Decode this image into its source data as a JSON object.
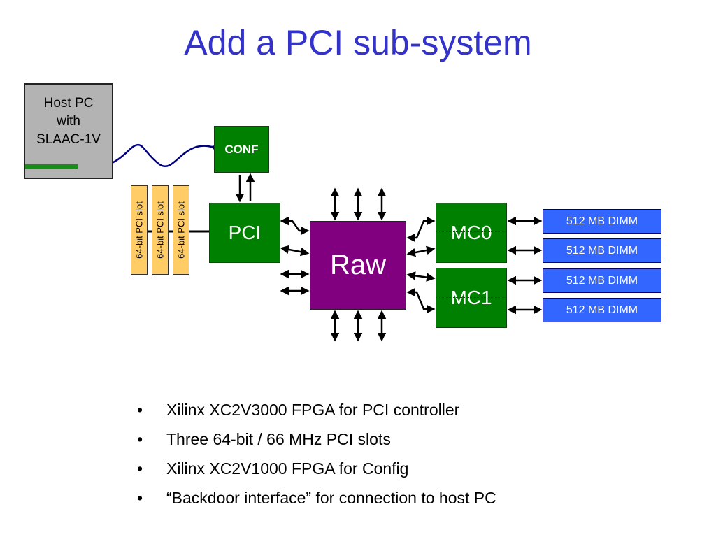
{
  "slide": {
    "title": "Add a PCI sub-system"
  },
  "diagram": {
    "host": {
      "line1": "Host PC",
      "line2": "with",
      "line3": "SLAAC-1V"
    },
    "conf_label": "CONF",
    "pci_label": "PCI",
    "raw_label": "Raw",
    "mc0_label": "MC0",
    "mc1_label": "MC1",
    "slots": [
      "64-bit PCI slot",
      "64-bit PCI slot",
      "64-bit PCI slot"
    ],
    "dimms": [
      "512 MB DIMM",
      "512 MB DIMM",
      "512 MB DIMM",
      "512 MB DIMM"
    ],
    "colors": {
      "title": "#3333cc",
      "fpga_green": "#008000",
      "raw_purple": "#800080",
      "dimm_blue": "#3366ff",
      "slot_orange": "#ffcc66",
      "host_gray": "#b3b3b3",
      "cable_navy": "#000080"
    }
  },
  "bullets": [
    "Xilinx XC2V3000 FPGA for PCI controller",
    "Three 64-bit / 66 MHz PCI slots",
    "Xilinx XC2V1000 FPGA for Config",
    "“Backdoor interface” for connection to host PC"
  ],
  "bullet_symbol": "•"
}
